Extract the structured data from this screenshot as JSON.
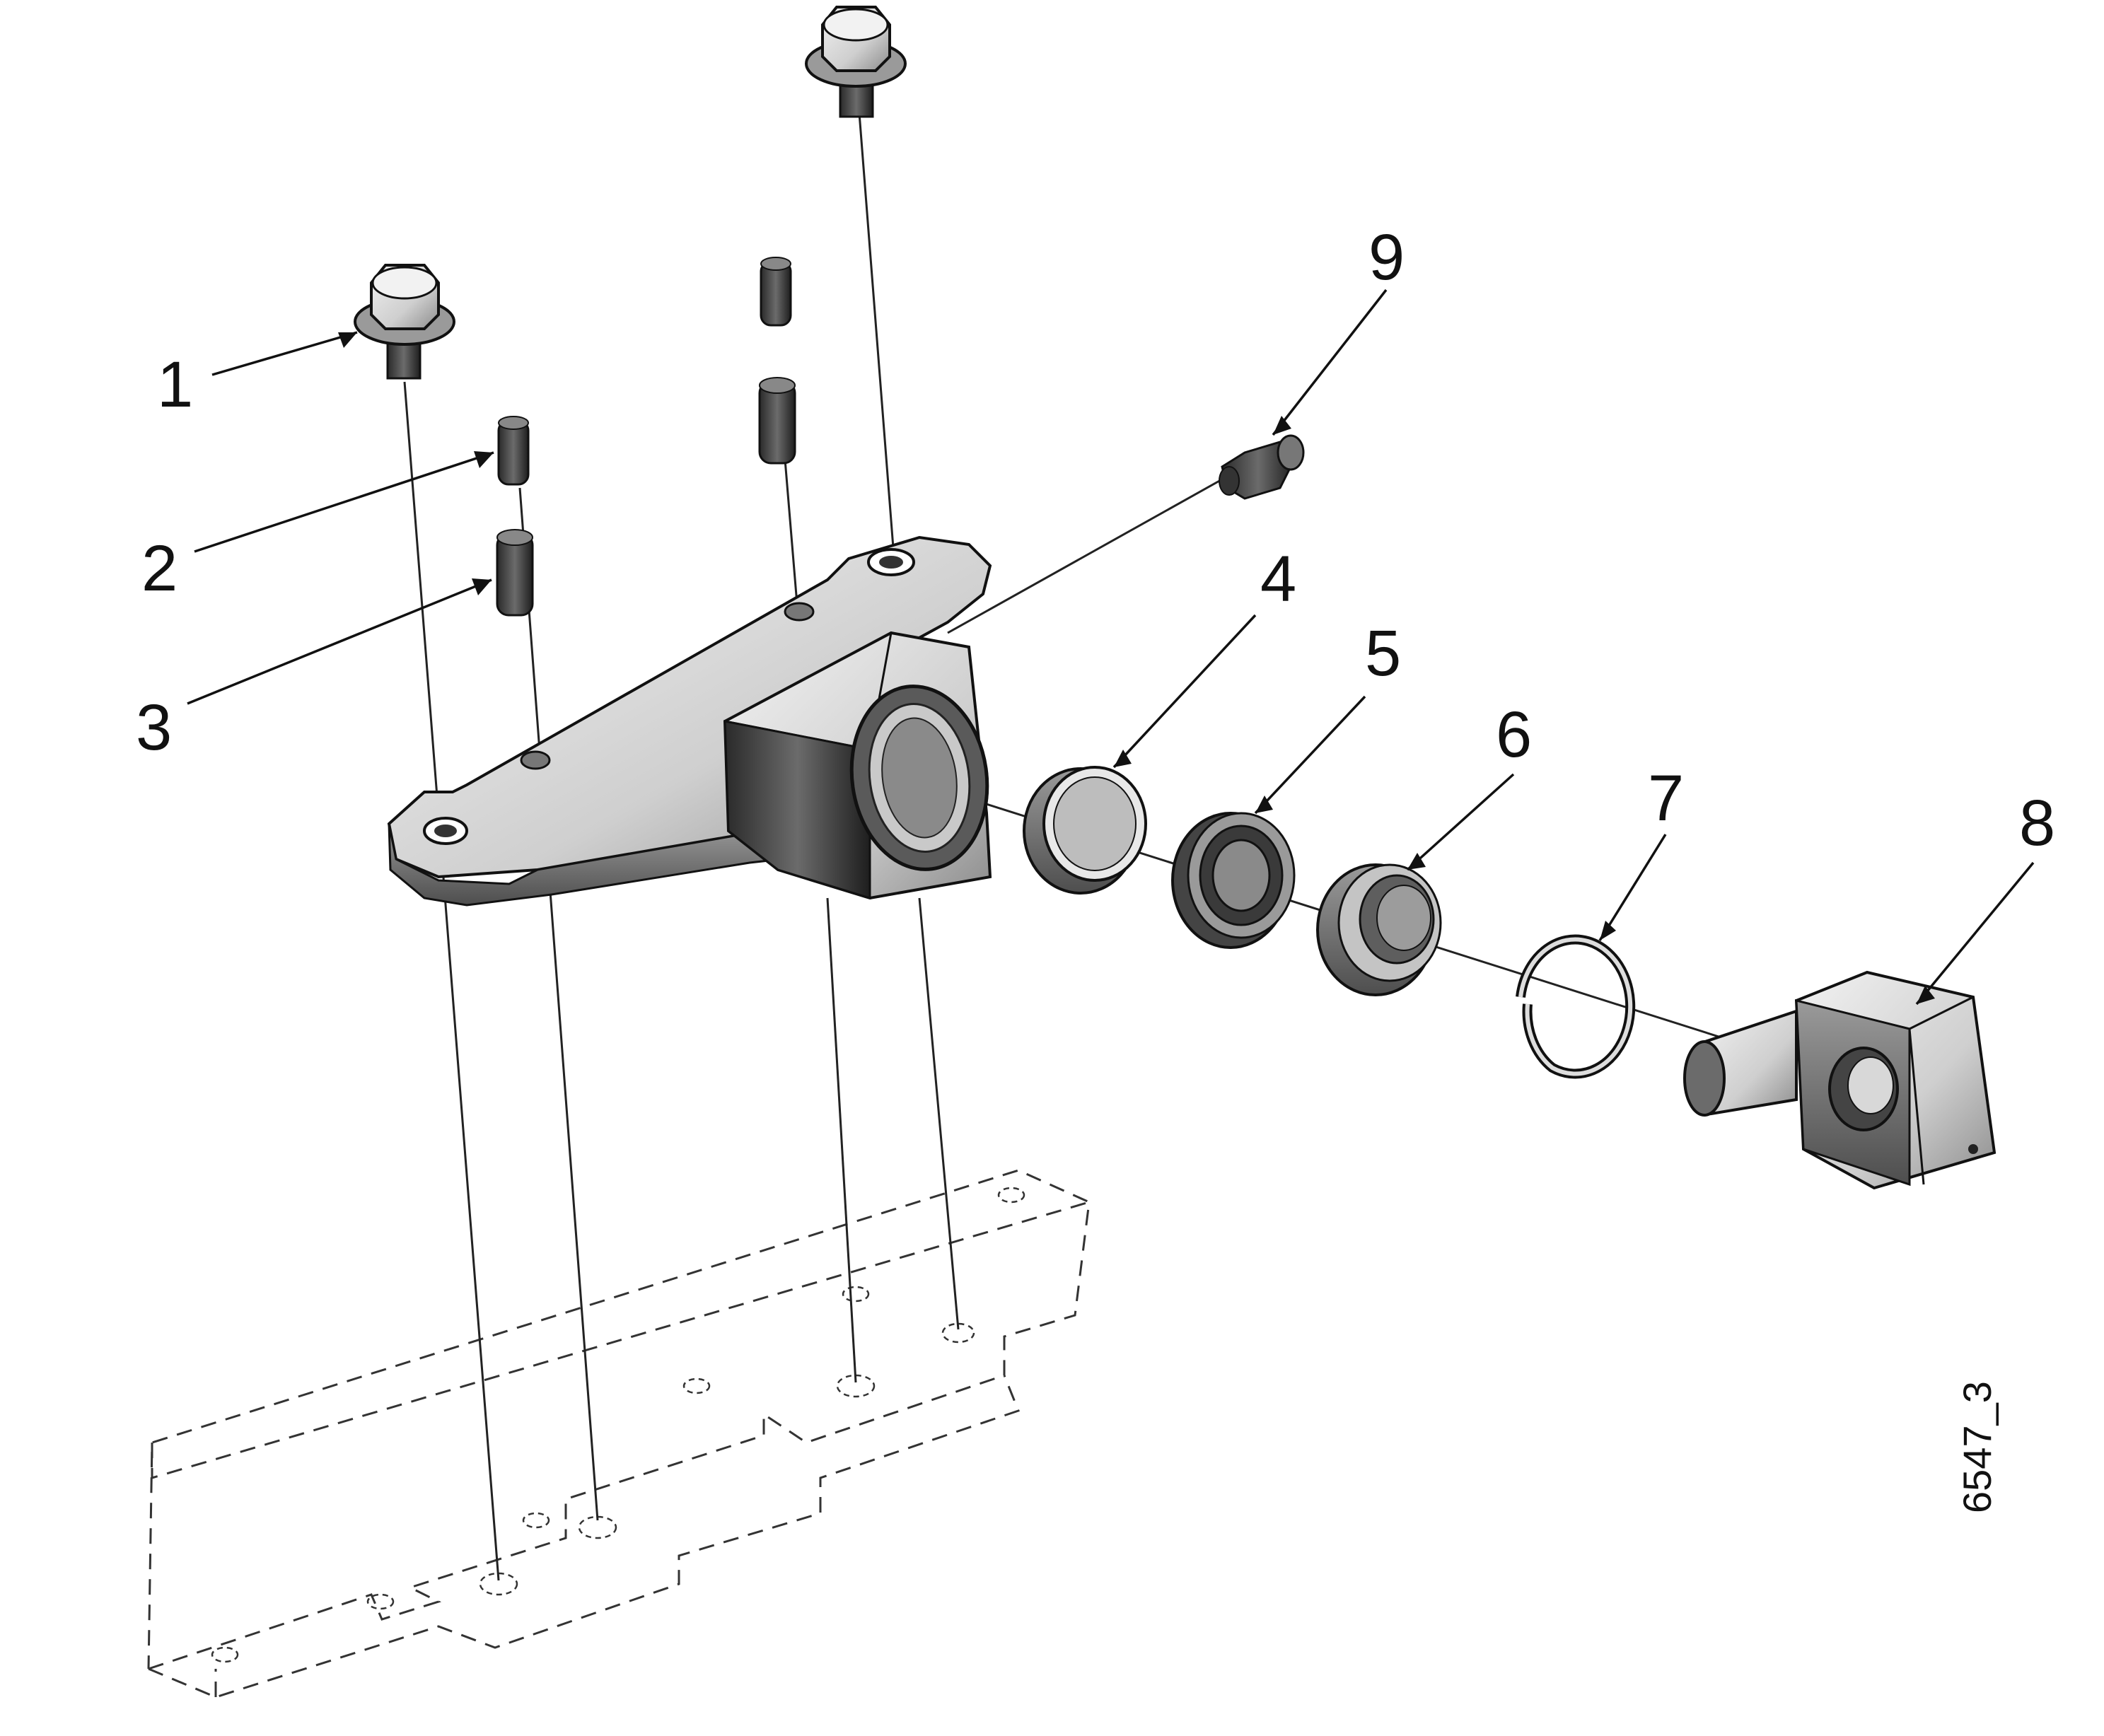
{
  "figure_id": "6547_3",
  "callouts": {
    "c1": "1",
    "c2": "2",
    "c3": "3",
    "c4": "4",
    "c5": "5",
    "c6": "6",
    "c7": "7",
    "c8": "8",
    "c9": "9"
  },
  "colors": {
    "line": "#111111",
    "part_light": "#e4e4e4",
    "part_mid": "#b9b9b9",
    "part_dark": "#4a4a4a"
  }
}
